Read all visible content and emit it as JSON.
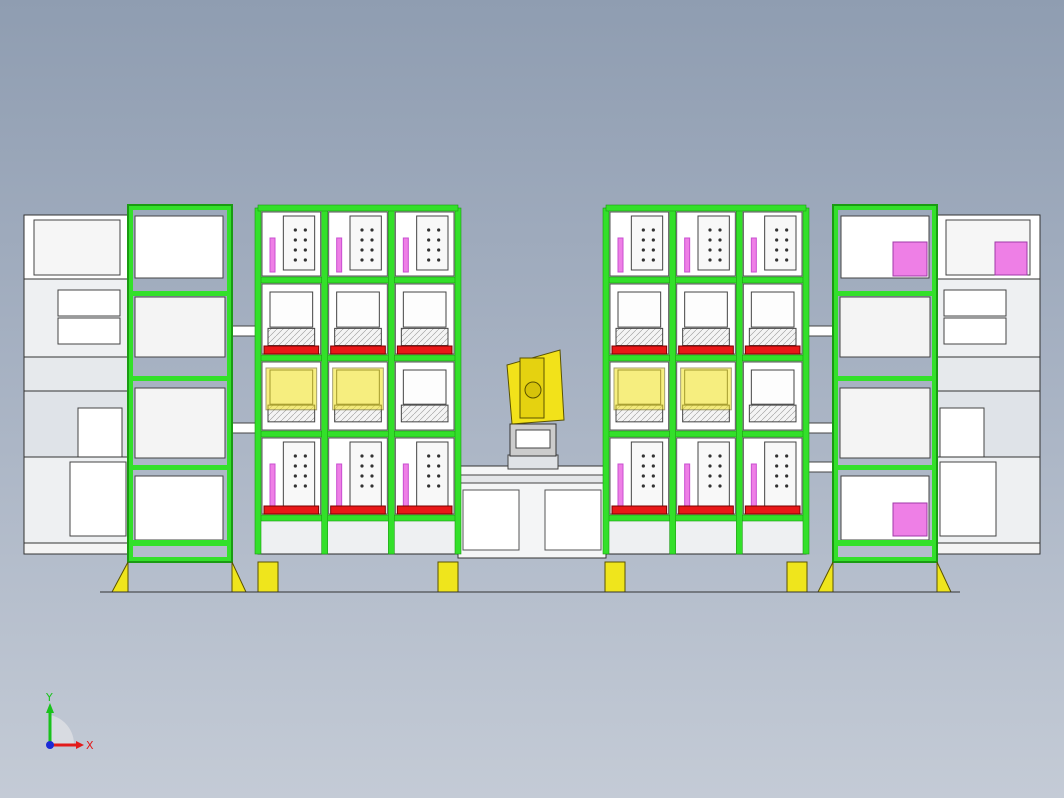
{
  "view": {
    "background_top": "#8f9db1",
    "background_bottom": "#c4cbd6"
  },
  "colors": {
    "frame_green": "#33e02a",
    "frame_green_dark": "#1a9b12",
    "machine_white": "#ffffff",
    "line": "#2a2a2a",
    "robot_yellow": "#f2e21a",
    "foot_yellow": "#efe51c",
    "tray_red": "#e81818",
    "accent_pink": "#ee7fe6",
    "accent_pink_dark": "#c94fd0",
    "gray_panel": "#d9dde2"
  },
  "axis_triad": {
    "x_label": "X",
    "y_label": "Y",
    "x_color": "#e21b1b",
    "y_color": "#19c21b",
    "z_color": "#1b2bd6"
  },
  "layout_summary": {
    "tower_columns_per_block": 3,
    "tower_rows_per_block": 4,
    "central_robot_count": 1
  }
}
